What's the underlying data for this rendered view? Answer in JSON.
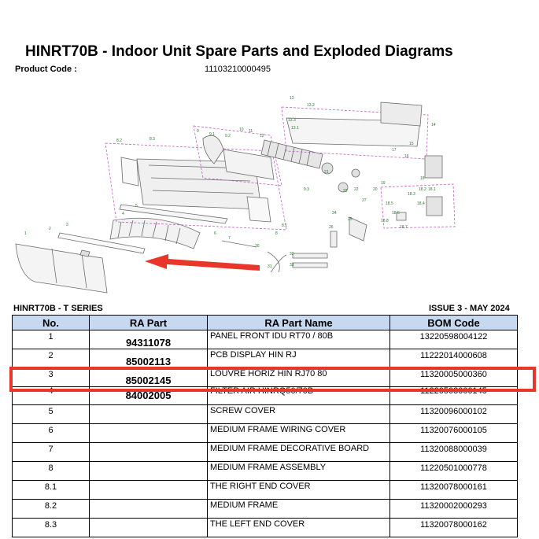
{
  "header": {
    "title": "HINRT70B - Indoor Unit Spare Parts and Exploded Diagrams",
    "product_code_label": "Product Code :",
    "product_code_value": "11103210000495"
  },
  "diagram": {
    "callouts": [
      "1",
      "2",
      "3",
      "4",
      "5",
      "6",
      "7",
      "8",
      "8.1",
      "8.2",
      "8.3",
      "9",
      "9.1",
      "9.2",
      "9.3",
      "10",
      "11",
      "12",
      "13",
      "13.1",
      "13.2",
      "13.3",
      "14",
      "15",
      "16",
      "17",
      "18",
      "18.1",
      "18.2",
      "18.3",
      "18.4",
      "18.5",
      "18.6",
      "18.7",
      "18.8",
      "19",
      "20",
      "21",
      "22",
      "23",
      "24",
      "25",
      "26",
      "27",
      "30",
      "31",
      "32",
      "33"
    ],
    "arrow_color": "#e8372a"
  },
  "series_label": "HINRT70B - T SERIES",
  "issue_label": "ISSUE 3 - MAY 2024",
  "table": {
    "headers": [
      "No.",
      "RA Part",
      "RA Part  Name",
      "BOM Code"
    ],
    "rows": [
      {
        "no": "1",
        "ra_part": "94311078",
        "name": "PANEL FRONT IDU RT70 / 80B",
        "bom": "13220598004122"
      },
      {
        "no": "2",
        "ra_part": "85002113",
        "name": "PCB DISPLAY HIN RJ",
        "bom": "11222014000608"
      },
      {
        "no": "3",
        "ra_part": "85002145",
        "name": "LOUVRE HORIZ HIN RJ70 80",
        "bom": "11320005000360"
      },
      {
        "no": "4",
        "ra_part": "84002005",
        "name": "FILTER AIR HINRQ50/70B",
        "bom": "11220508000145"
      },
      {
        "no": "5",
        "ra_part": "",
        "name": "SCREW COVER",
        "bom": "11320096000102"
      },
      {
        "no": "6",
        "ra_part": "",
        "name": "MEDIUM FRAME WIRING COVER",
        "bom": "11320076000105"
      },
      {
        "no": "7",
        "ra_part": "",
        "name": "MEDIUM FRAME DECORATIVE BOARD",
        "bom": "11320088000039"
      },
      {
        "no": "8",
        "ra_part": "",
        "name": "MEDIUM FRAME ASSEMBLY",
        "bom": "11220501000778"
      },
      {
        "no": "8.1",
        "ra_part": "",
        "name": "THE RIGHT END COVER",
        "bom": "11320078000161"
      },
      {
        "no": "8.2",
        "ra_part": "",
        "name": "MEDIUM FRAME",
        "bom": "11320002000293"
      },
      {
        "no": "8.3",
        "ra_part": "",
        "name": "THE LEFT END COVER",
        "bom": "11320078000162"
      }
    ]
  },
  "highlight_color": "#e8372a"
}
